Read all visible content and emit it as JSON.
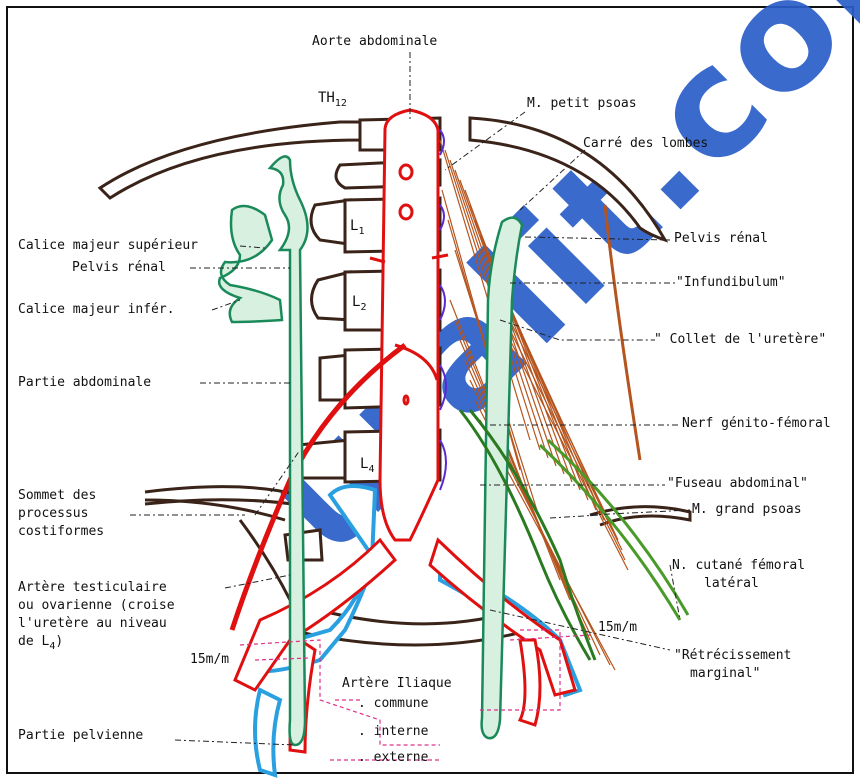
{
  "labels": {
    "aorte": "Aorte abdominale",
    "th12": "TH",
    "th12_sub": "12",
    "petit_psoas": "M. petit psoas",
    "carre": "Carré des lombes",
    "calice_sup": "Calice majeur supérieur",
    "pelvis_left": "Pelvis rénal",
    "calice_inf": "Calice majeur infér.",
    "pelvis_right": "Pelvis rénal",
    "infundibulum": "\"Infundibulum\"",
    "collet": "\" Collet de l'uretère\"",
    "partie_abdo": "Partie abdominale",
    "nerf": "Nerf génito-fémoral",
    "fuseau": "\"Fuseau abdominal\"",
    "sommet1": "Sommet des",
    "sommet2": "processus",
    "sommet3": "costiformes",
    "grand_psoas": "M. grand psoas",
    "cutane1": "N. cutané fémoral",
    "cutane2": "latéral",
    "arterie1": "Artère testiculaire",
    "arterie2": "ou ovarienne (croise",
    "arterie3": "l'uretère au niveau",
    "arterie4": "de L",
    "arterie4_sub": "4",
    "arterie4_end": ")",
    "mm_left": "15m/m",
    "mm_right": "15m/m",
    "retrec1": "\"Rétrécissement",
    "retrec2": "marginal\"",
    "iliaque": "Artère Iliaque",
    "commune": ". commune",
    "interne": ". interne",
    "externe": ". externe",
    "pelvienne": "Partie pelvienne"
  },
  "vertebrae": {
    "l1": "L",
    "l1_sub": "1",
    "l2": "L",
    "l2_sub": "2",
    "l4": "L",
    "l4_sub": "4"
  },
  "colors": {
    "bone": "#3a2318",
    "artery": "#e01010",
    "ureter": "#1a8a5a",
    "ureter_fill": "#d8f0e0",
    "muscle": "#b5541e",
    "nerve": "#2a7a20",
    "vein": "#2aa0e0",
    "psoas_border": "#5a2ad0",
    "guide_pink": "#e0308a",
    "watermark": "#2a5ec8"
  }
}
